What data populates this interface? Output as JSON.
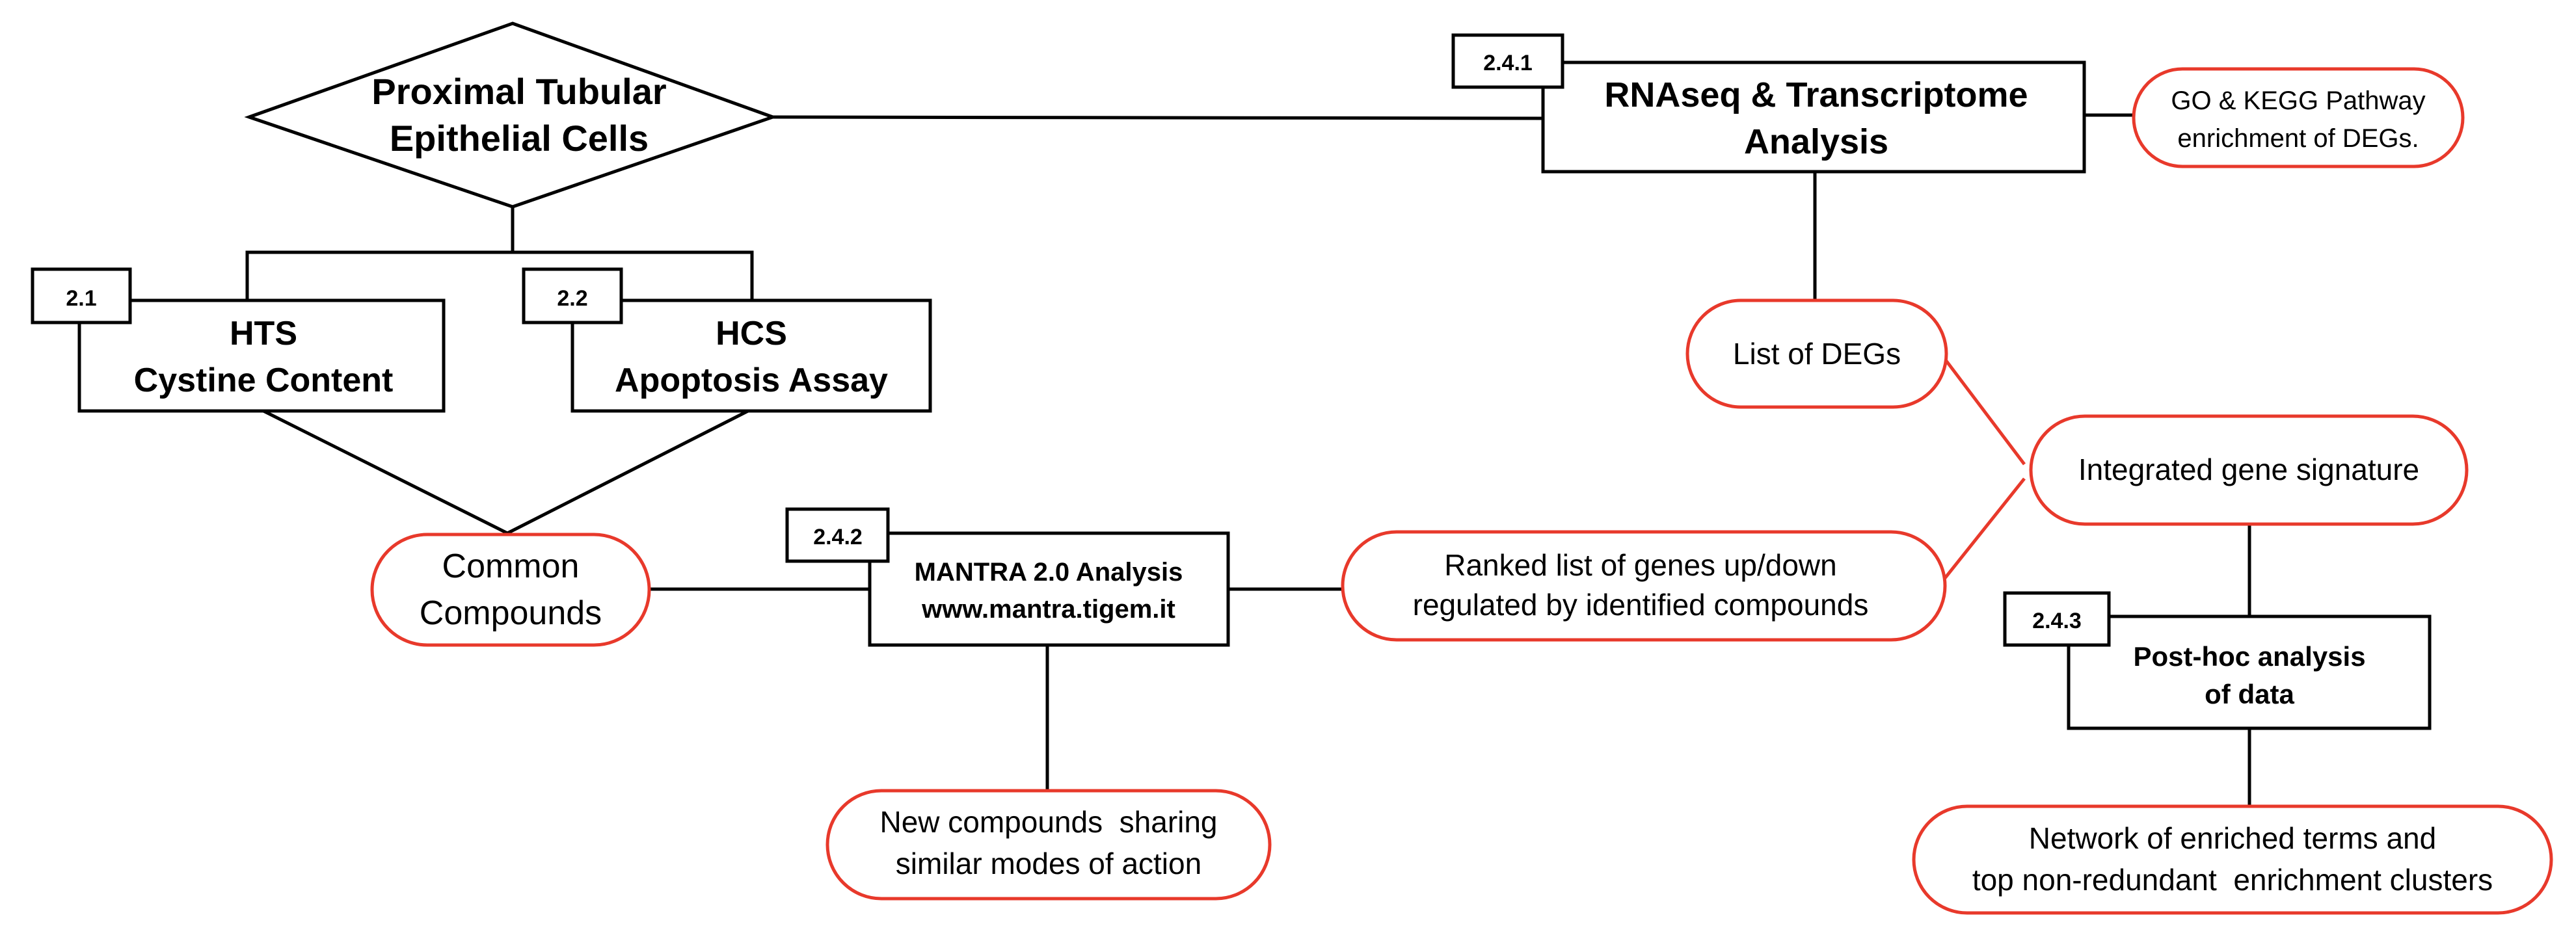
{
  "colors": {
    "line": "#000000",
    "accent": "#e8392b",
    "box_fill": "#ffffff"
  },
  "diamond": {
    "lines": [
      "Proximal Tubular",
      "Epithelial Cells"
    ]
  },
  "hts": {
    "tag": "2.1",
    "lines": [
      "HTS",
      "Cystine Content"
    ]
  },
  "hcs": {
    "tag": "2.2",
    "lines": [
      "HCS",
      "Apoptosis Assay"
    ]
  },
  "common": {
    "lines": [
      "Common",
      "Compounds"
    ]
  },
  "mantra": {
    "tag": "2.4.2",
    "lines": [
      "MANTRA 2.0 Analysis",
      "www.mantra.tigem.it"
    ]
  },
  "new_compounds": {
    "lines": [
      "New compounds  sharing",
      "similar modes of action"
    ]
  },
  "ranked": {
    "lines": [
      "Ranked list of genes up/down",
      "regulated by identified compounds"
    ]
  },
  "rnaseq": {
    "tag": "2.4.1",
    "lines": [
      "RNAseq & Transcriptome",
      "Analysis"
    ]
  },
  "go_kegg": {
    "lines": [
      "GO & KEGG Pathway",
      "enrichment of DEGs."
    ]
  },
  "degs": {
    "label": "List of DEGs"
  },
  "integrated": {
    "label": "Integrated gene signature"
  },
  "posthoc": {
    "tag": "2.4.3",
    "lines": [
      "Post-hoc analysis",
      "of data"
    ]
  },
  "network": {
    "lines": [
      "Network of enriched terms and",
      "top non-redundant  enrichment clusters"
    ]
  }
}
